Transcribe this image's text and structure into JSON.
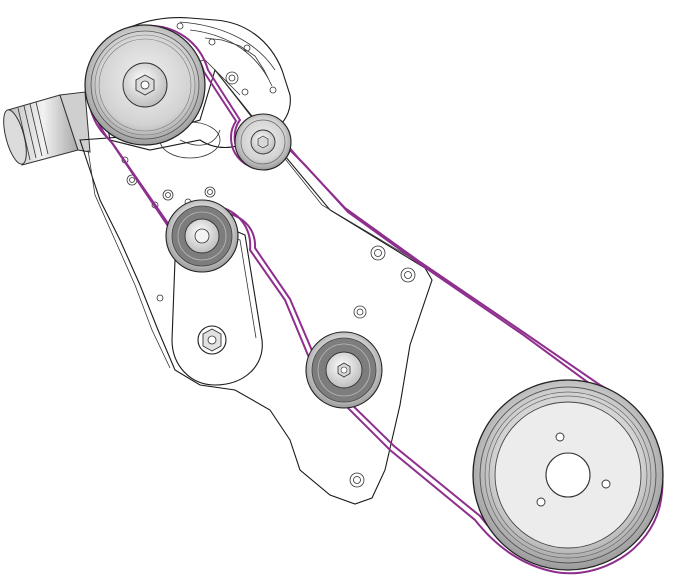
{
  "diagram": {
    "subject": "serpentine-belt-drive",
    "colors": {
      "belt": "#8e2f8e",
      "line": "#1a1a1a",
      "pulley_light": "#e6e6e6",
      "pulley_mid": "#c9c9c9",
      "pulley_dark": "#8a8a8a",
      "hub": "#f2f2f2"
    },
    "components": [
      {
        "id": "supercharger-pulley"
      },
      {
        "id": "upper-idler-pulley"
      },
      {
        "id": "tensioner-pulley"
      },
      {
        "id": "lower-idler-pulley"
      },
      {
        "id": "crank-pulley"
      }
    ]
  }
}
